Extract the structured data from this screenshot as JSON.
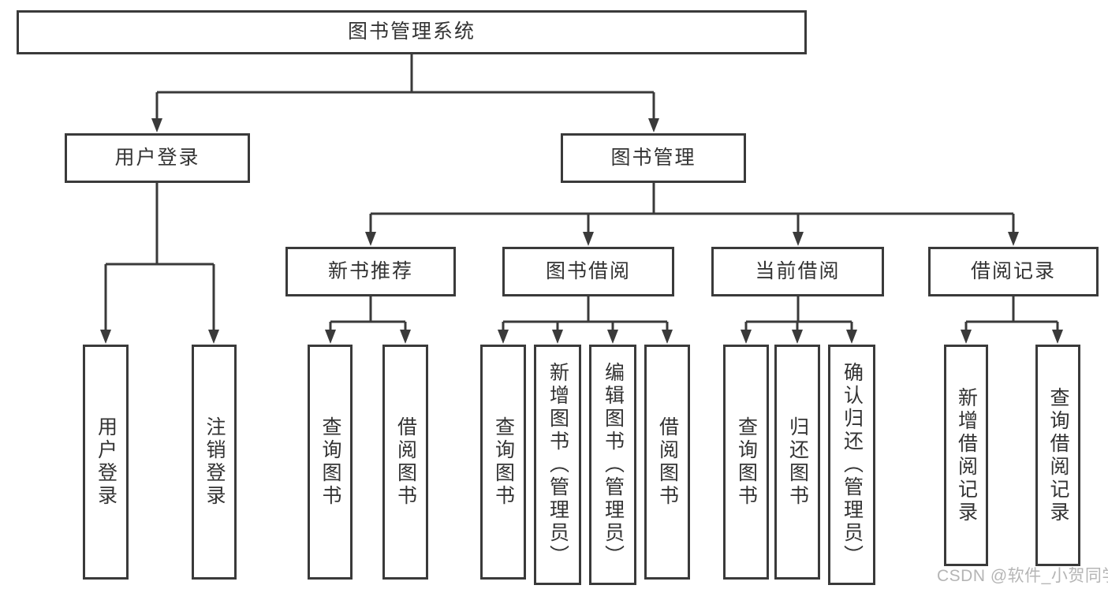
{
  "diagram": {
    "type": "hierarchy-tree",
    "nodes": {
      "root": {
        "label": "图书管理系统"
      },
      "user_login": {
        "label": "用户登录"
      },
      "book_mgmt": {
        "label": "图书管理"
      },
      "new_book_rec": {
        "label": "新书推荐"
      },
      "book_borrow": {
        "label": "图书借阅"
      },
      "current_borrow": {
        "label": "当前借阅"
      },
      "borrow_records": {
        "label": "借阅记录"
      },
      "user_login_leaf": {
        "label": "用户登录"
      },
      "logout_leaf": {
        "label": "注销登录"
      },
      "query_books_rec": {
        "label": "查询图书"
      },
      "borrow_books_rec": {
        "label": "借阅图书"
      },
      "query_books_bb": {
        "label": "查询图书"
      },
      "add_books_admin": {
        "label": "新增图书（管理员）"
      },
      "edit_books_admin": {
        "label": "编辑图书（管理员）"
      },
      "borrow_books_bb": {
        "label": "借阅图书"
      },
      "query_books_cb": {
        "label": "查询图书"
      },
      "return_books": {
        "label": "归还图书"
      },
      "confirm_return_admin": {
        "label": "确认归还（管理员）"
      },
      "add_borrow_record": {
        "label": "新增借阅记录"
      },
      "query_borrow_record": {
        "label": "查询借阅记录"
      }
    },
    "edges": [
      [
        "root",
        "user_login"
      ],
      [
        "root",
        "book_mgmt"
      ],
      [
        "user_login",
        "user_login_leaf"
      ],
      [
        "user_login",
        "logout_leaf"
      ],
      [
        "book_mgmt",
        "new_book_rec"
      ],
      [
        "book_mgmt",
        "book_borrow"
      ],
      [
        "book_mgmt",
        "current_borrow"
      ],
      [
        "book_mgmt",
        "borrow_records"
      ],
      [
        "new_book_rec",
        "query_books_rec"
      ],
      [
        "new_book_rec",
        "borrow_books_rec"
      ],
      [
        "book_borrow",
        "query_books_bb"
      ],
      [
        "book_borrow",
        "add_books_admin"
      ],
      [
        "book_borrow",
        "edit_books_admin"
      ],
      [
        "book_borrow",
        "borrow_books_bb"
      ],
      [
        "current_borrow",
        "query_books_cb"
      ],
      [
        "current_borrow",
        "return_books"
      ],
      [
        "current_borrow",
        "confirm_return_admin"
      ],
      [
        "borrow_records",
        "add_borrow_record"
      ],
      [
        "borrow_records",
        "query_borrow_record"
      ]
    ]
  },
  "watermark": {
    "text": "CSDN @软件_小贺同学"
  },
  "colors": {
    "line": "#3a3a3a",
    "text": "#333333",
    "watermark": "#b5b5b5",
    "background": "#ffffff"
  }
}
